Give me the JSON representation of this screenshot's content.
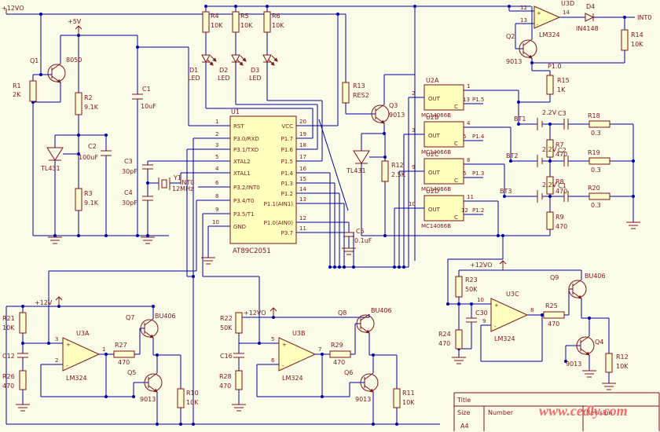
{
  "watermark": "www.cedly.com",
  "power": {
    "vin_top": "+12VO",
    "v5": "+5V",
    "v12_a": "+12V",
    "v12o_b": "+12VO",
    "v12o_c": "+12VO"
  },
  "nets": {
    "int0_mcu": "INT0",
    "int0_tr": "INT0",
    "p10_tr": "P1.0"
  },
  "mcu": {
    "ref": "U1",
    "part": "AT89C2051",
    "left": [
      {
        "n": "1",
        "l": "RST"
      },
      {
        "n": "2",
        "l": "P3.0/RXD"
      },
      {
        "n": "3",
        "l": "P3.1/TXD"
      },
      {
        "n": "5",
        "l": "XTAL2"
      },
      {
        "n": "4",
        "l": "XTAL1"
      },
      {
        "n": "6",
        "l": "P3.2/INT0"
      },
      {
        "n": "8",
        "l": "P3.4/T0"
      },
      {
        "n": "9",
        "l": "P3.5/T1"
      },
      {
        "n": "10",
        "l": "GND"
      }
    ],
    "right": [
      {
        "n": "20",
        "l": "VCC"
      },
      {
        "n": "19",
        "l": "P1.7"
      },
      {
        "n": "18",
        "l": "P1.6"
      },
      {
        "n": "17",
        "l": "P1.5"
      },
      {
        "n": "16",
        "l": "P1.4"
      },
      {
        "n": "15",
        "l": "P1.3"
      },
      {
        "n": "14",
        "l": "P1.2"
      },
      {
        "n": "13",
        "l": "P1.1(AIN1)"
      },
      {
        "n": "12",
        "l": "P1.0(AIN0)"
      },
      {
        "n": "11",
        "l": "P3.7"
      }
    ]
  },
  "switches": {
    "part": "MC14066B",
    "out_label": "OUT",
    "c_label": "C",
    "items": [
      {
        "ref": "U2A",
        "out": "2",
        "inp": "1",
        "ctrl": "13",
        "net": "P1.5"
      },
      {
        "ref": "U2B",
        "out": "3",
        "inp": "4",
        "ctrl": "5",
        "net": "P1.4"
      },
      {
        "ref": "U2C",
        "out": "9",
        "inp": "8",
        "ctrl": "6",
        "net": "P1.3"
      },
      {
        "ref": "U2D",
        "out": "10",
        "inp": "11",
        "ctrl": "12",
        "net": "P1.2"
      }
    ]
  },
  "opamps": {
    "plus": "+",
    "minus": "-",
    "u3a": {
      "ref": "U3A",
      "part": "LM324",
      "p": "3",
      "m": "2",
      "o": "1"
    },
    "u3b": {
      "ref": "U3B",
      "part": "LM324",
      "p": "5",
      "m": "6",
      "o": "7"
    },
    "u3c": {
      "ref": "U3C",
      "part": "LM324",
      "p": "10",
      "m": "9",
      "o": "8"
    },
    "u3d": {
      "ref": "U3D",
      "part": "LM324",
      "p": "12",
      "m": "13",
      "o": "14"
    }
  },
  "components": {
    "q1": {
      "ref": "Q1",
      "val": "8050"
    },
    "q2": {
      "ref": "Q2",
      "val": "9013"
    },
    "q3": {
      "ref": "Q3",
      "val": "9013"
    },
    "q4": {
      "ref": "Q4",
      "val": "9013"
    },
    "q5": {
      "ref": "Q5",
      "val": "9013"
    },
    "q6": {
      "ref": "Q6",
      "val": "9013"
    },
    "q7": {
      "ref": "Q7",
      "val": "BU406"
    },
    "q8": {
      "ref": "Q8",
      "val": "BU406"
    },
    "q9": {
      "ref": "Q9",
      "val": "BU406"
    },
    "r1": {
      "ref": "R1",
      "val": "2K"
    },
    "r2": {
      "ref": "R2",
      "val": "9.1K"
    },
    "r3": {
      "ref": "R3",
      "val": "9.1K"
    },
    "r4": {
      "ref": "R4",
      "val": "10K"
    },
    "r5": {
      "ref": "R5",
      "val": "10K"
    },
    "r6": {
      "ref": "R6",
      "val": "10K"
    },
    "r7": {
      "ref": "R7",
      "val": "470"
    },
    "r8": {
      "ref": "R8",
      "val": "470"
    },
    "r9": {
      "ref": "R9",
      "val": "470"
    },
    "r10": {
      "ref": "R10",
      "val": "10K"
    },
    "r11": {
      "ref": "R11",
      "val": "10K"
    },
    "r12mid": {
      "ref": "R12",
      "val": "2.5K"
    },
    "r12bot": {
      "ref": "R12",
      "val": "10K"
    },
    "r13": {
      "ref": "R13",
      "val": "RES2"
    },
    "r14": {
      "ref": "R14",
      "val": "10K"
    },
    "r15": {
      "ref": "R15",
      "val": "1K"
    },
    "r18": {
      "ref": "R18",
      "val": "0.3"
    },
    "r19": {
      "ref": "R19",
      "val": "0.3"
    },
    "r20": {
      "ref": "R20",
      "val": "0.3"
    },
    "r21": {
      "ref": "R21",
      "val": "10K"
    },
    "r22": {
      "ref": "R22",
      "val": "50K"
    },
    "r23": {
      "ref": "R23",
      "val": "50K"
    },
    "r24": {
      "ref": "R24",
      "val": "470"
    },
    "r25": {
      "ref": "R25",
      "val": "470"
    },
    "r26": {
      "ref": "R26",
      "val": "470"
    },
    "r27": {
      "ref": "R27",
      "val": "470"
    },
    "r28": {
      "ref": "R28",
      "val": "470"
    },
    "r29": {
      "ref": "R29",
      "val": "470"
    },
    "c1": {
      "ref": "C1",
      "val": "10uF"
    },
    "c2": {
      "ref": "C2",
      "val": "100uF"
    },
    "c3": {
      "ref": "C3",
      "val": "30pF"
    },
    "c4": {
      "ref": "C4",
      "val": "30pF"
    },
    "c5": {
      "ref": "C5",
      "val": "0.1uF"
    },
    "c12": {
      "ref": "C12"
    },
    "c16": {
      "ref": "C16"
    },
    "c30": {
      "ref": "C30"
    },
    "cb1": {
      "ref": "C3"
    },
    "cb2": {
      "ref": "C2"
    },
    "cb3": {
      "ref": "C1"
    },
    "y1": {
      "ref": "Y1",
      "val": "12MHz"
    },
    "d1": {
      "ref": "D1",
      "val": "LED"
    },
    "d2": {
      "ref": "D2",
      "val": "LED"
    },
    "d3": {
      "ref": "D3",
      "val": "LED"
    },
    "d4": {
      "ref": "D4",
      "val": "IN4148"
    },
    "bt1": {
      "ref": "BT1",
      "val": "2.2V"
    },
    "bt2": {
      "ref": "BT2",
      "val": "2.2V"
    },
    "bt3": {
      "ref": "BT3",
      "val": "2.2V"
    },
    "tl1": {
      "ref": "TL431"
    },
    "tl2": {
      "ref": "TL431"
    }
  },
  "titleblock": {
    "title": "Title",
    "size_label": "Size",
    "size": "A4",
    "number_label": "Number",
    "revision_label": "Revision"
  }
}
